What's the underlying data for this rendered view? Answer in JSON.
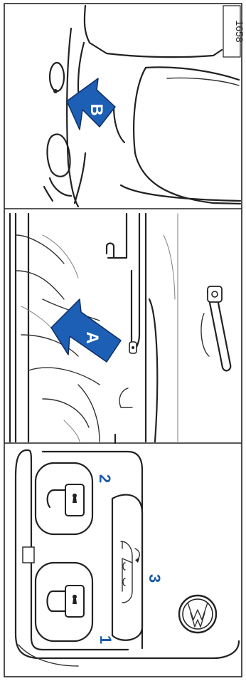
{
  "figure": {
    "figure_number": "1658",
    "callouts": {
      "one": "1",
      "two": "2",
      "three": "3",
      "arrow_a": "A",
      "arrow_b": "B"
    },
    "colors": {
      "callout_blue": "#1a5aa8",
      "arrow_fill": "#1c5fb4",
      "line_art": "#222222",
      "background": "#ffffff"
    },
    "icons": {
      "lock_button": "padlock-closed-icon",
      "unlock_button": "padlock-open-icon",
      "trunk_button": "car-trunk-open-icon",
      "logo": "vw-logo"
    }
  }
}
